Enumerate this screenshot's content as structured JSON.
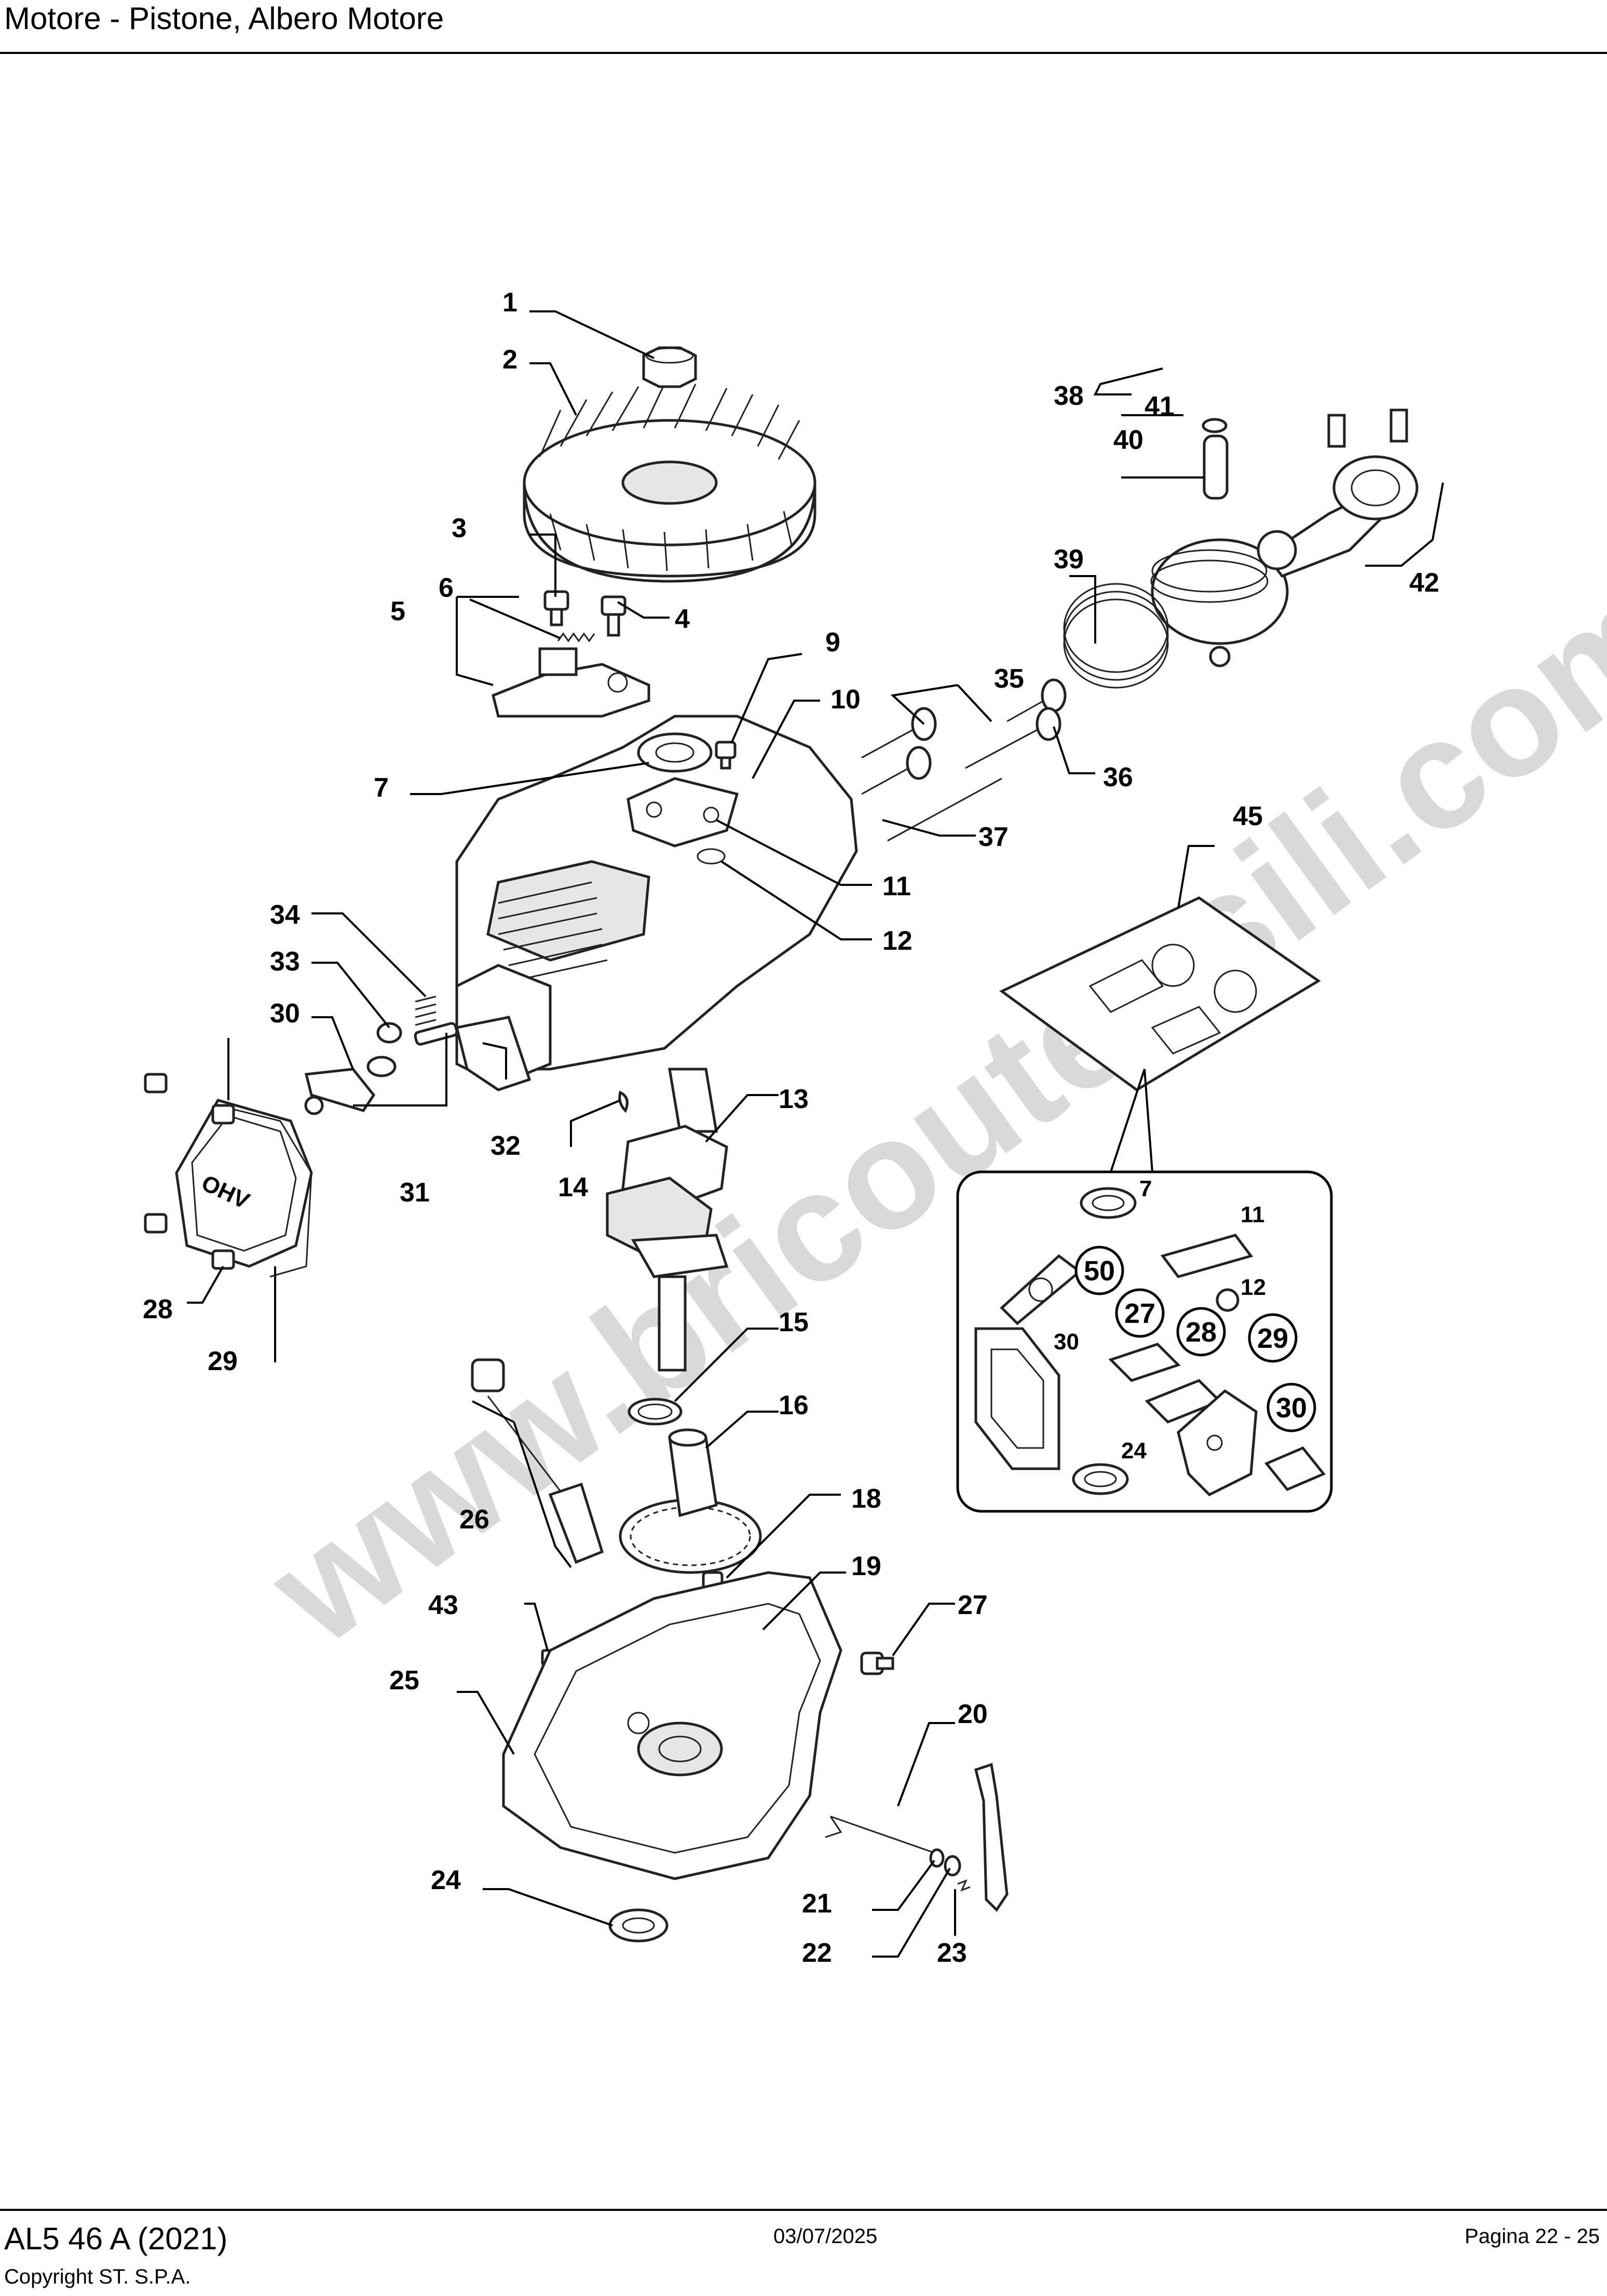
{
  "header": {
    "title": "Motore - Pistone, Albero Motore"
  },
  "footer": {
    "model": "AL5 46 A (2021)",
    "copyright": "Copyright ST. S.P.A.",
    "date": "03/07/2025",
    "page": "Pagina 22 - 25"
  },
  "diagram": {
    "watermark": "www.bricoutensili.com",
    "callouts": [
      "1",
      "2",
      "3",
      "4",
      "5",
      "6",
      "7",
      "9",
      "10",
      "11",
      "12",
      "13",
      "14",
      "15",
      "16",
      "18",
      "19",
      "20",
      "21",
      "22",
      "23",
      "24",
      "25",
      "26",
      "27",
      "28",
      "29",
      "30",
      "31",
      "32",
      "33",
      "34",
      "35",
      "36",
      "37",
      "38",
      "39",
      "40",
      "41",
      "42",
      "43",
      "45"
    ],
    "kit_callouts": [
      "7",
      "11",
      "12",
      "30",
      "24"
    ],
    "kit_circled": [
      "50",
      "27",
      "28",
      "29",
      "30"
    ],
    "cover_logo": "OHV"
  }
}
